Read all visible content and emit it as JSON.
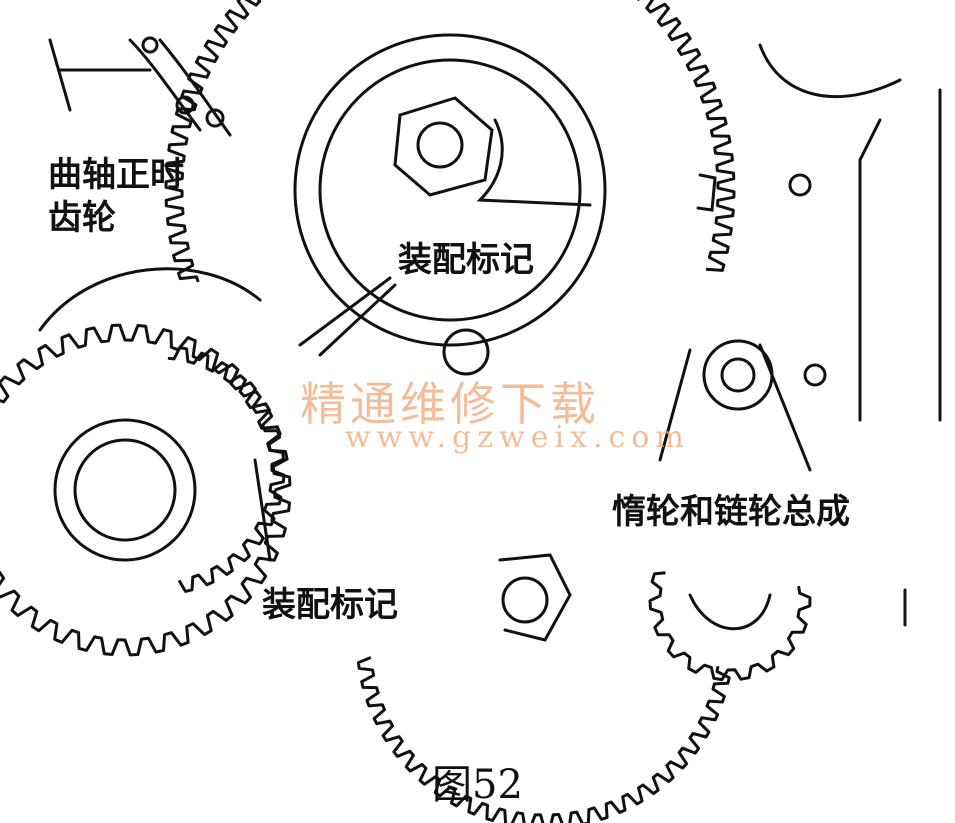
{
  "labels": {
    "crank_line1": "曲轴正时",
    "crank_line2": "齿轮",
    "mark_top": "装配标记",
    "mark_bottom": "装配标记",
    "idler": "惰轮和链轮总成"
  },
  "watermark": {
    "title": "精通维修下载",
    "url": "www.gzweix.com",
    "color": "#f0a878"
  },
  "caption": "图52"
}
